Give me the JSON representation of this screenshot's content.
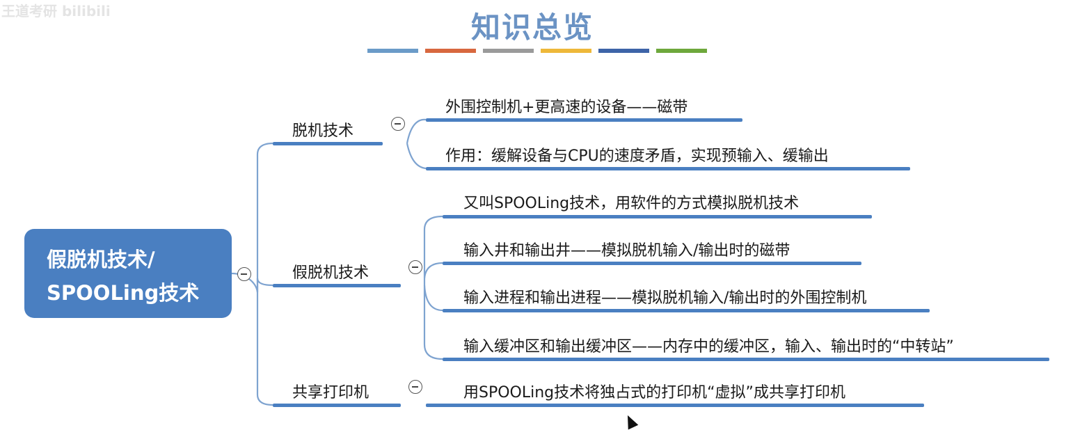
{
  "watermark": "王道考研 bilibili",
  "title": "知识总览",
  "color_bar": [
    "#6b9bc8",
    "#d8683f",
    "#9a9a9a",
    "#eeb83a",
    "#3e64a8",
    "#6ea83c"
  ],
  "root": {
    "line1": "假脱机技术/",
    "line2": "SPOOLing技术"
  },
  "branches": [
    {
      "label": "脱机技术",
      "children": [
        "外围控制机+更高速的设备——磁带",
        "作用：缓解设备与CPU的速度矛盾，实现预输入、缓输出"
      ]
    },
    {
      "label": "假脱机技术",
      "children": [
        "又叫SPOOLing技术，用软件的方式模拟脱机技术",
        "输入井和输出井——模拟脱机输入/输出时的磁带",
        "输入进程和输出进程——模拟脱机输入/输出时的外围控制机",
        "输入缓冲区和输出缓冲区——内存中的缓冲区，输入、输出时的“中转站”"
      ]
    },
    {
      "label": "共享打印机",
      "children": [
        "用SPOOLing技术将独占式的打印机“虚拟”成共享打印机"
      ]
    }
  ],
  "colors": {
    "accent": "#4a7fc1",
    "title": "#6b93c4"
  }
}
